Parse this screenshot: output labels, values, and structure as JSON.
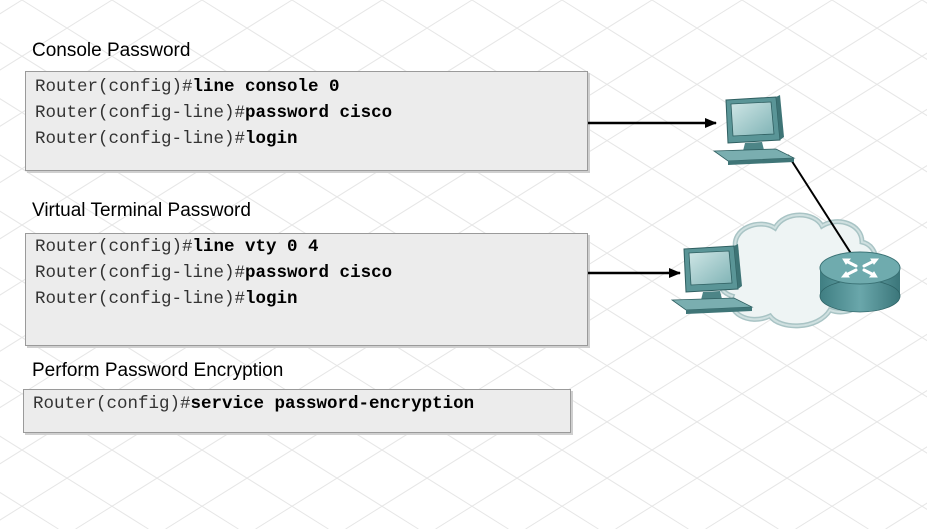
{
  "sections": [
    {
      "title": "Console Password",
      "lines": [
        {
          "prompt": "Router(config)#",
          "command": "line console 0"
        },
        {
          "prompt": "Router(config-line)#",
          "command": "password cisco"
        },
        {
          "prompt": "Router(config-line)#",
          "command": "login"
        }
      ]
    },
    {
      "title": "Virtual Terminal Password",
      "lines": [
        {
          "prompt": "Router(config)#",
          "command": "line vty 0 4"
        },
        {
          "prompt": "Router(config-line)#",
          "command": "password cisco"
        },
        {
          "prompt": "Router(config-line)#",
          "command": "login"
        }
      ]
    },
    {
      "title": "Perform Password Encryption",
      "lines": [
        {
          "prompt": "Router(config)#",
          "command": "service password-encryption"
        }
      ]
    }
  ],
  "colors": {
    "box_fill": "#ececec",
    "device_teal": "#5f9ea0",
    "cloud_fill": "#e9f1f1",
    "grid_line": "#e4e4e4"
  },
  "icons": [
    "console-pc-icon",
    "remote-pc-icon",
    "cloud-icon",
    "router-icon"
  ]
}
